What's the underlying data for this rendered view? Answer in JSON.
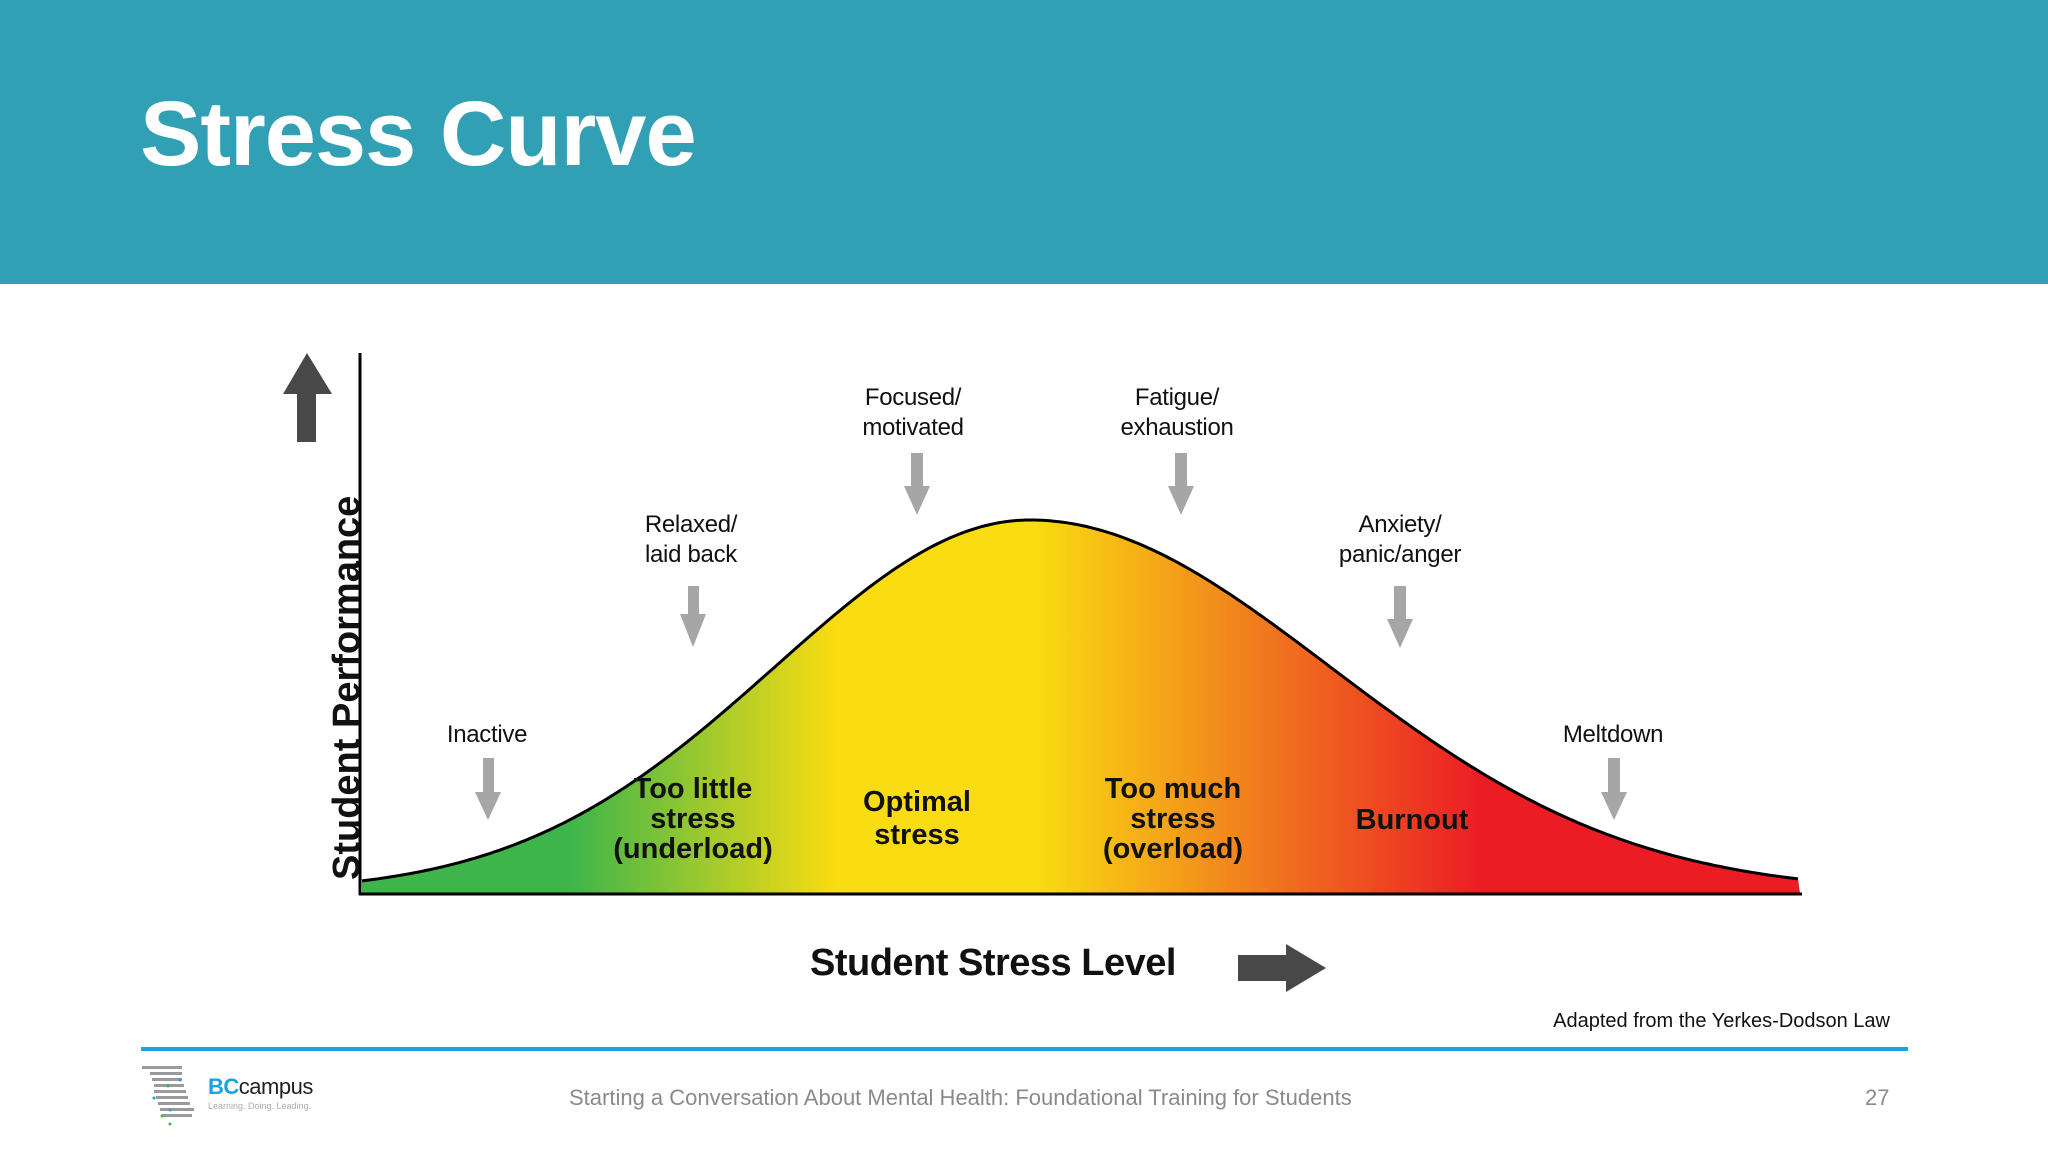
{
  "header": {
    "title": "Stress Curve",
    "bg_color": "#31A0B5"
  },
  "chart_data": {
    "type": "area",
    "title": "Stress Curve",
    "xlabel": "Student Stress Level",
    "ylabel": "Student Performance",
    "grid": false,
    "curve": "bell-shaped (inverted U), peak at optimal stress",
    "x": [
      0,
      0.1,
      0.2,
      0.3,
      0.4,
      0.5,
      0.6,
      0.7,
      0.8,
      0.9,
      1.0
    ],
    "values": [
      0.0,
      0.12,
      0.45,
      0.85,
      1.0,
      0.95,
      0.78,
      0.48,
      0.2,
      0.05,
      0.0
    ],
    "ylim": [
      0,
      1
    ],
    "gradient_colors": [
      "#3DB54A",
      "#F9DC12",
      "#F9DC12",
      "#F0711F",
      "#EC1C24",
      "#EC1C24"
    ],
    "zones": [
      {
        "label": "Too little stress (underload)",
        "color": "#8CC63F"
      },
      {
        "label": "Optimal stress",
        "color": "#F9DC12"
      },
      {
        "label": "Too much stress (overload)",
        "color": "#F0711F"
      },
      {
        "label": "Burnout",
        "color": "#EC1C24"
      }
    ],
    "annotations": [
      "Inactive",
      "Relaxed/ laid back",
      "Focused/ motivated",
      "Fatigue/ exhaustion",
      "Anxiety/ panic/anger",
      "Meltdown"
    ],
    "source": "Adapted from the Yerkes-Dodson Law"
  },
  "labels": {
    "inactive": "Inactive",
    "relaxed_1": "Relaxed/",
    "relaxed_2": "laid back",
    "focused_1": "Focused/",
    "focused_2": "motivated",
    "fatigue_1": "Fatigue/",
    "fatigue_2": "exhaustion",
    "anxiety_1": "Anxiety/",
    "anxiety_2": "panic/anger",
    "meltdown": "Meltdown"
  },
  "zones": {
    "underload_1": "Too little",
    "underload_2": "stress",
    "underload_3": "(underload)",
    "optimal_1": "Optimal",
    "optimal_2": "stress",
    "overload_1": "Too much",
    "overload_2": "stress",
    "overload_3": "(overload)",
    "burnout": "Burnout"
  },
  "axes": {
    "y": "Student Performance",
    "x": "Student Stress Level"
  },
  "source": "Adapted from the Yerkes-Dodson Law",
  "footer": {
    "text": "Starting a Conversation About Mental Health: Foundational Training for Students",
    "page": "27",
    "logo_bc": "BC",
    "logo_campus": "campus",
    "logo_tagline": "Learning. Doing. Leading."
  }
}
